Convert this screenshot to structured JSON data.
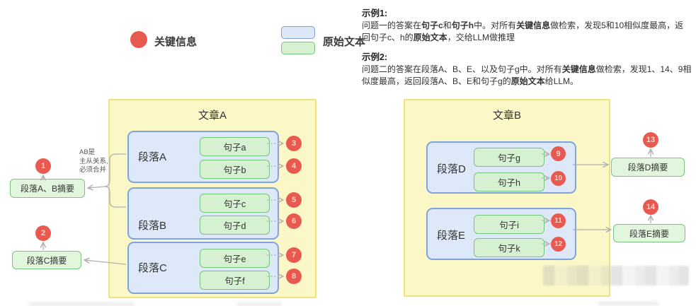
{
  "legend": {
    "key_info_label": "关键信息",
    "source_text_label": "原始文本",
    "key_info_color": "#e85a50",
    "paragraph_color": "#dce8f8",
    "sentence_color": "#d6f1d1",
    "article_bg_color": "#fbf7c6"
  },
  "examples": [
    {
      "title": "示例1:",
      "segments": [
        {
          "t": "问题一的答案在"
        },
        {
          "t": "句子c",
          "b": 1
        },
        {
          "t": "和"
        },
        {
          "t": "句子h",
          "b": 1
        },
        {
          "t": "中。对所有"
        },
        {
          "t": "关键信息",
          "b": 1
        },
        {
          "t": "做检索，发现5和10相似度最高，返回句子c、h的"
        },
        {
          "t": "原始文本",
          "b": 1
        },
        {
          "t": "，交给LLM做推理"
        }
      ]
    },
    {
      "title": "示例2:",
      "segments": [
        {
          "t": "问题二的答案在段落A、B、E、以及句子g中。对所有"
        },
        {
          "t": "关键信息",
          "b": 1
        },
        {
          "t": "做检索，发现1、14、9相似度最高，返回段落A、B、E和句子g的"
        },
        {
          "t": "原始文本",
          "b": 1
        },
        {
          "t": "给LLM。"
        }
      ]
    }
  ],
  "article_a": {
    "title": "文章A",
    "paragraphs": [
      {
        "label": "段落A",
        "sentences": [
          {
            "label": "句子a",
            "marker": "3"
          },
          {
            "label": "句子b",
            "marker": "4"
          }
        ]
      },
      {
        "label": "段落B",
        "sentences": [
          {
            "label": "句子c",
            "marker": "5"
          },
          {
            "label": "句子d",
            "marker": "6"
          }
        ]
      },
      {
        "label": "段落C",
        "sentences": [
          {
            "label": "句子e",
            "marker": "7"
          },
          {
            "label": "句子f",
            "marker": "8"
          }
        ]
      }
    ]
  },
  "article_b": {
    "title": "文章B",
    "paragraphs": [
      {
        "label": "段落D",
        "sentences": [
          {
            "label": "句子g",
            "marker": "9"
          },
          {
            "label": "句子h",
            "marker": "10"
          }
        ]
      },
      {
        "label": "段落E",
        "sentences": [
          {
            "label": "句子i",
            "marker": "11"
          },
          {
            "label": "句子k",
            "marker": "12"
          }
        ]
      }
    ]
  },
  "left_summaries": [
    {
      "marker": "1",
      "label": "段落A、B摘要"
    },
    {
      "marker": "2",
      "label": "段落C摘要"
    }
  ],
  "right_summaries": [
    {
      "marker": "13",
      "label": "段落D摘要"
    },
    {
      "marker": "14",
      "label": "段落E摘要"
    }
  ],
  "annotation": {
    "lines": [
      "AB是",
      "主从关系,",
      "必须合并"
    ]
  }
}
